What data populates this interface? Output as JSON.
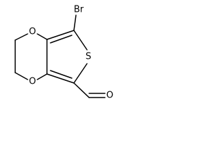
{
  "molecule": {
    "atoms": {
      "bromine": "Br",
      "sulfur": "S",
      "oxygen_upper": "O",
      "oxygen_lower": "O",
      "oxygen_carbonyl": "O"
    }
  }
}
